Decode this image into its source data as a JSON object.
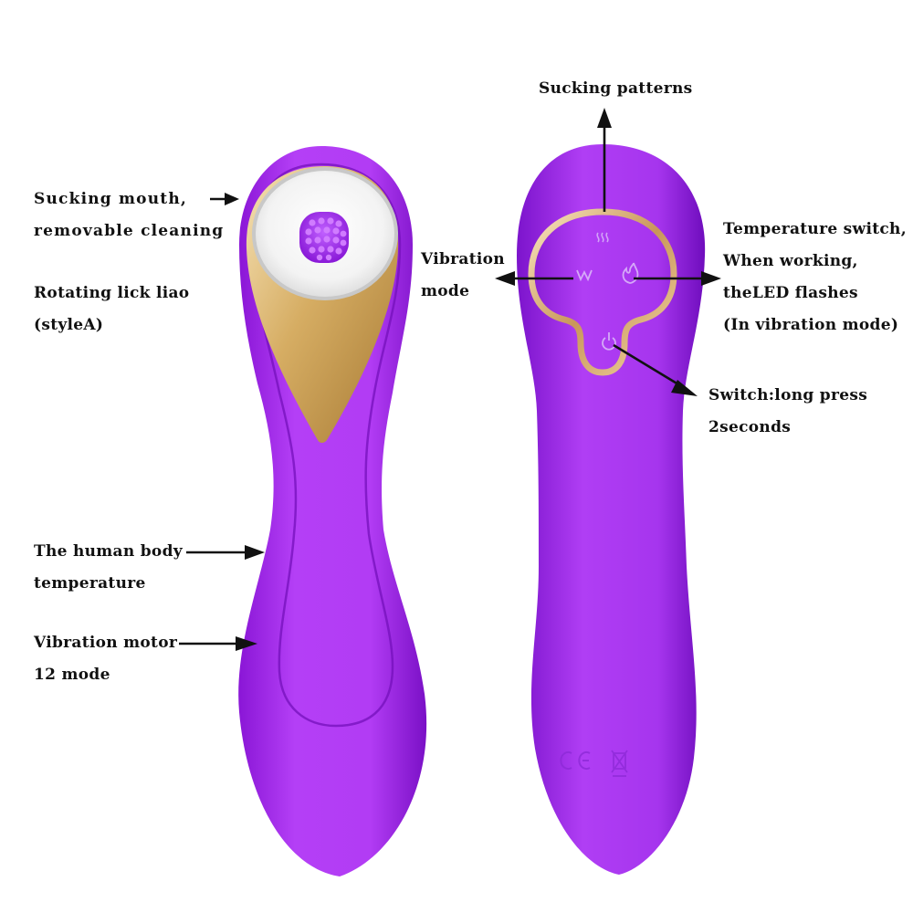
{
  "colors": {
    "body_light": "#b13cf5",
    "body_dark": "#7e12c9",
    "accent_gold": "#d9b46a",
    "annotation": "#111111"
  },
  "labels": {
    "sucking_mouth": [
      "Sucking mouth,",
      "removable cleaning"
    ],
    "rotating_lick": [
      "Rotating lick liao",
      "(styleA)"
    ],
    "body_temperature": [
      "The human body",
      "temperature"
    ],
    "vibration_motor": [
      "Vibration motor",
      "12 mode"
    ],
    "sucking_patterns": [
      "Sucking patterns"
    ],
    "vibration_mode": [
      "Vibration",
      "mode"
    ],
    "temperature_switch": [
      "Temperature switch,",
      "When working,",
      "theLED flashes",
      "(In vibration mode)"
    ],
    "power_switch": [
      "Switch:long press",
      "2seconds"
    ]
  },
  "certifications": [
    "CE"
  ],
  "icons": [
    "wave-icon",
    "vibration-icon",
    "flame-icon",
    "power-icon",
    "ce-mark-icon",
    "weee-bin-icon"
  ]
}
